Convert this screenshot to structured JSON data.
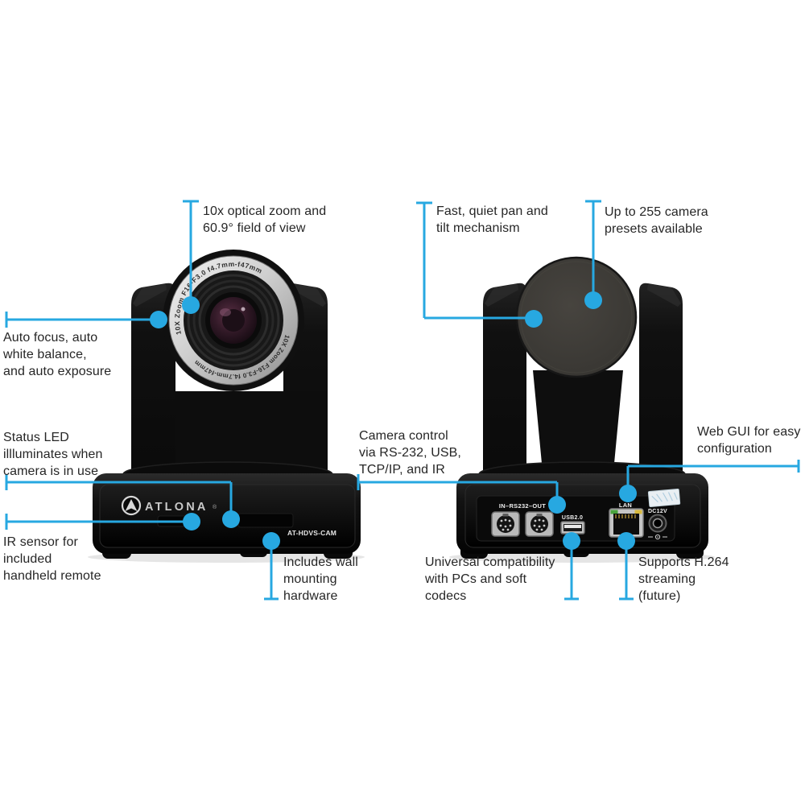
{
  "accent_color": "#27a8e1",
  "background_color": "#ffffff",
  "callouts": {
    "optical_zoom": {
      "text": "10x optical zoom and\n60.9° field of view"
    },
    "pan_tilt": {
      "text": "Fast, quiet pan and\ntilt mechanism"
    },
    "presets": {
      "text": "Up to 255 camera\npresets available"
    },
    "auto_exposure": {
      "text": "Auto focus, auto\nwhite balance,\nand auto exposure"
    },
    "status_led": {
      "text": "Status LED\nillluminates when\ncamera is in use"
    },
    "ir_sensor": {
      "text": "IR sensor for\nincluded\nhandheld remote"
    },
    "wall_mount": {
      "text": "Includes wall\nmounting\nhardware"
    },
    "camera_control": {
      "text": "Camera control\nvia RS-232, USB,\nTCP/IP, and IR"
    },
    "web_gui": {
      "text": "Web GUI for easy\nconfiguration"
    },
    "compatibility": {
      "text": "Universal compatibility\nwith PCs and soft\ncodecs"
    },
    "h264": {
      "text": "Supports H.264\nstreaming\n(future)"
    }
  },
  "front_camera": {
    "brand": "ATLONA",
    "brand_reg": "®",
    "model": "AT-HDVS-CAM",
    "lens_ring_text": "10X Zoom    F16-F3.0    f4.7mm-f47mm"
  },
  "rear_camera": {
    "ports": {
      "rs232_label": "IN–RS232–OUT",
      "usb_label": "USB2.0",
      "lan_label": "LAN",
      "power_label": "DC12V"
    }
  }
}
